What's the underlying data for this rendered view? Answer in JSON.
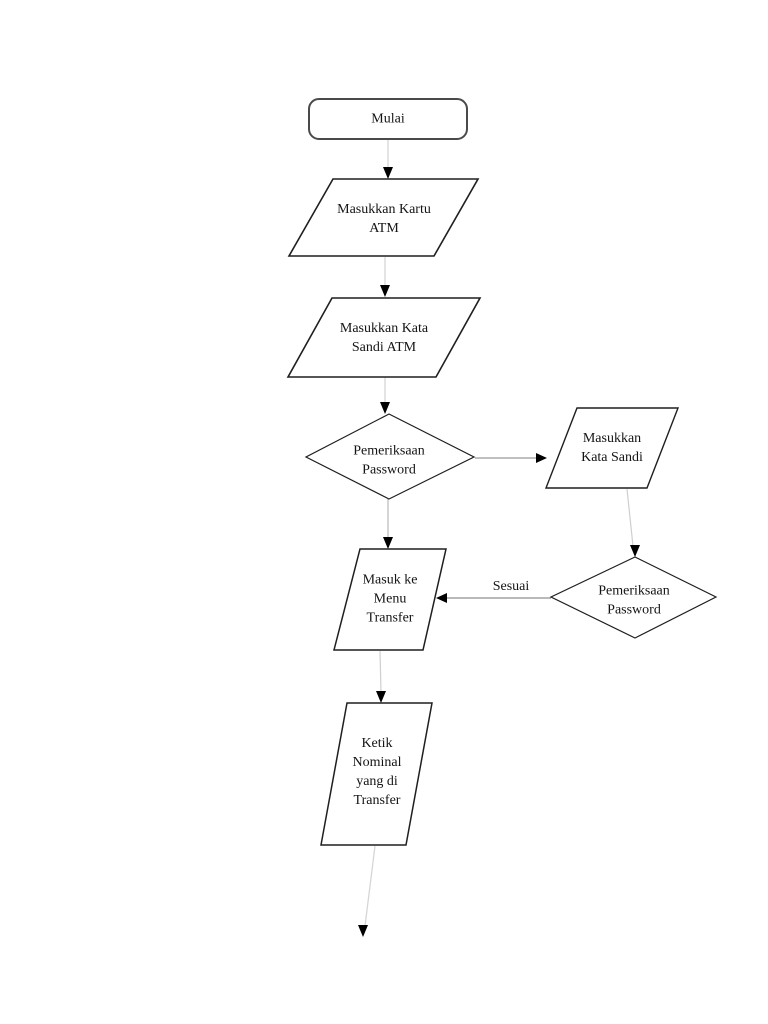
{
  "flowchart": {
    "nodes": [
      {
        "id": "start",
        "type": "rounded-rect",
        "label": "Mulai"
      },
      {
        "id": "insert-card",
        "type": "parallelogram",
        "label": "Masukkan Kartu\nATM"
      },
      {
        "id": "enter-password",
        "type": "parallelogram",
        "label": "Masukkan Kata\nSandi ATM"
      },
      {
        "id": "check-password-1",
        "type": "decision",
        "label": "Pemeriksaan\nPassword"
      },
      {
        "id": "reenter-password",
        "type": "parallelogram",
        "label": "Masukkan\nKata Sandi"
      },
      {
        "id": "check-password-2",
        "type": "decision",
        "label": "Pemeriksaan\nPassword"
      },
      {
        "id": "transfer-menu",
        "type": "parallelogram",
        "label": "Masuk ke\nMenu\nTransfer"
      },
      {
        "id": "enter-amount",
        "type": "parallelogram",
        "label": "Ketik\nNominal\nyang di\nTransfer"
      }
    ],
    "edge_labels": {
      "sesuai": "Sesuai"
    },
    "colors": {
      "shape_stroke": "#1f1f1f",
      "start_stroke": "#4a4a4a",
      "connector": "#bdbdbd",
      "connector_dark": "#8f8f8f",
      "arrowhead": "#000000",
      "background": "#ffffff"
    }
  }
}
